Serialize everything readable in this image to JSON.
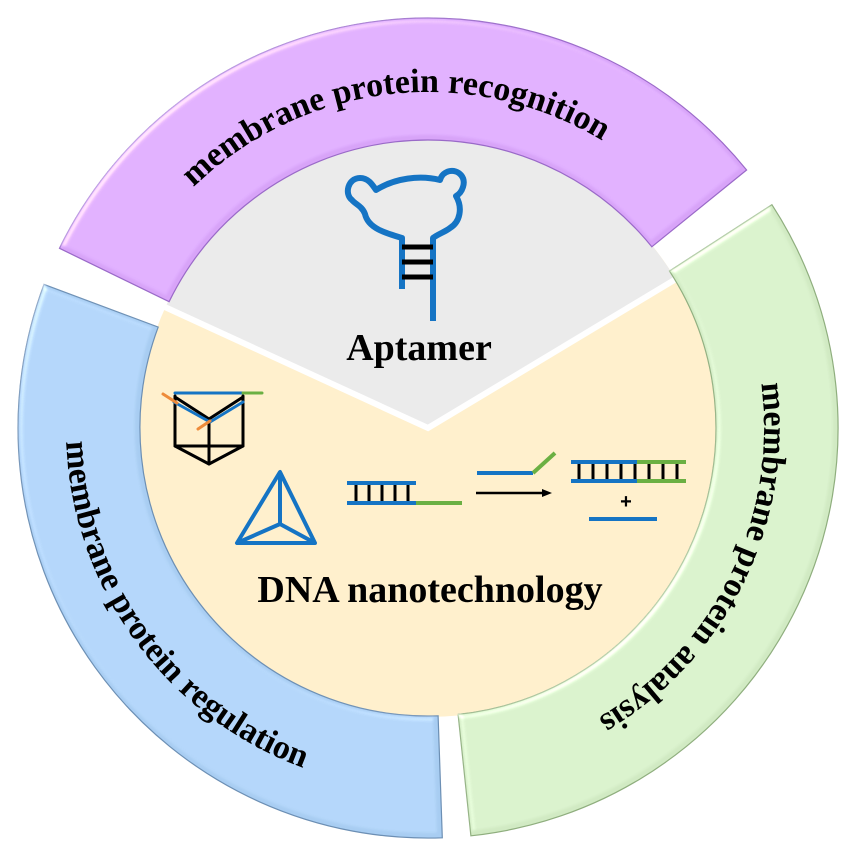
{
  "figure": {
    "center_regions": [
      {
        "id": "aptamer",
        "label": "Aptamer",
        "color": "#EBEBEB"
      },
      {
        "id": "dna",
        "label": "DNA nanotechnology",
        "color": "#FFF0CD"
      }
    ],
    "ring_segments": [
      {
        "id": "recognition",
        "label": "membrane protein recognition",
        "color": "#D8A4F8",
        "edge": "#9A6AC8"
      },
      {
        "id": "analysis",
        "label": "membrane protein analysis",
        "color": "#D1EAC3",
        "edge": "#8FAE7E"
      },
      {
        "id": "regulation",
        "label": "membrane protein regulation",
        "color": "#A8CDF2",
        "edge": "#6C8FB4"
      }
    ],
    "icons": {
      "aptamer": "aptamer-hairpin-icon",
      "prism": "dna-prism-icon",
      "tetrahedron": "dna-tetrahedron-icon",
      "strand_displacement": "toehold-strand-displacement-icon"
    },
    "reaction": {
      "plus": "+"
    },
    "colors": {
      "dna_blue": "#1574C4",
      "dna_green": "#6BB043",
      "dna_orange": "#EE8B3A",
      "black": "#000000"
    }
  }
}
